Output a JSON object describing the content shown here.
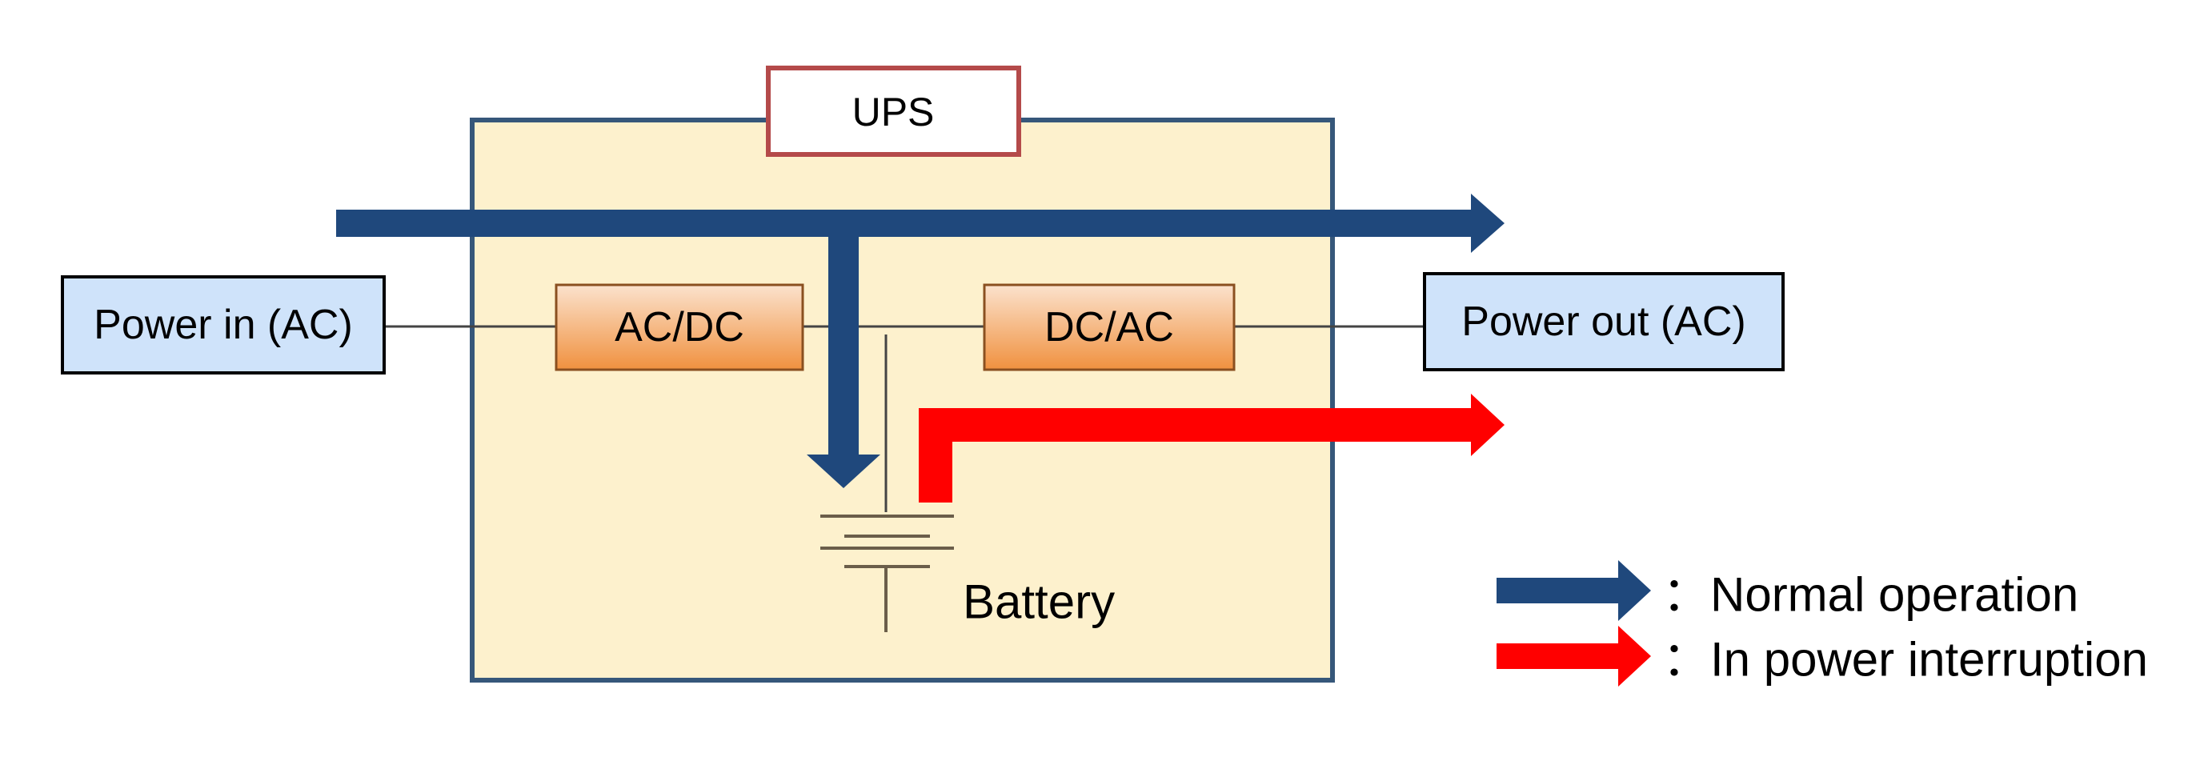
{
  "ups_label": "UPS",
  "power_in_label": "Power in (AC)",
  "power_out_label": "Power out (AC)",
  "acdc_label": "AC/DC",
  "dcac_label": "DC/AC",
  "battery_label": "Battery",
  "legend": [
    {
      "label": "：Normal operation",
      "color": "#1f487c"
    },
    {
      "label": "：In power interruption",
      "color": "#ff0000"
    }
  ],
  "colors": {
    "ups_fill": "#fdf1cd",
    "ups_border": "#36577a",
    "ups_title_border": "#b44a4a",
    "io_fill": "#cfe3fa",
    "converter_fill_top": "#fbe2cd",
    "converter_fill_bottom": "#f0913f",
    "converter_border": "#8a5020",
    "normal_arrow": "#1f487c",
    "interrupt_arrow": "#ff0000"
  }
}
